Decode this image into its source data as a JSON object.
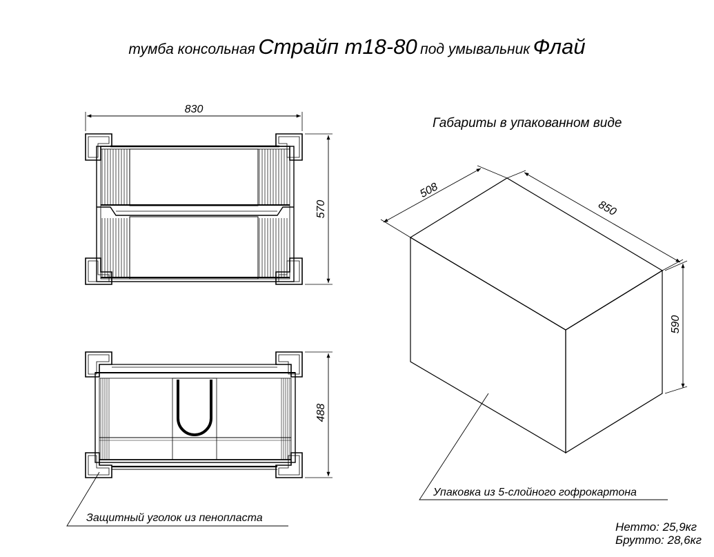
{
  "title": {
    "prefix": "тумба консольная",
    "model": "Страйп т18-80",
    "middle": "под умывальник",
    "sink": "Флай"
  },
  "front_view": {
    "width": "830",
    "height": "570"
  },
  "top_view": {
    "depth": "488"
  },
  "package": {
    "heading": "Габариты в упакованном виде",
    "depth": "508",
    "width": "850",
    "height": "590",
    "material_note": "Упаковка из 5-слойного гофрокартона"
  },
  "corner_note": "Защитный уголок из пенопласта",
  "weights": {
    "net": "Нетто: 25,9кг",
    "gross": "Брутто: 28,6кг"
  }
}
